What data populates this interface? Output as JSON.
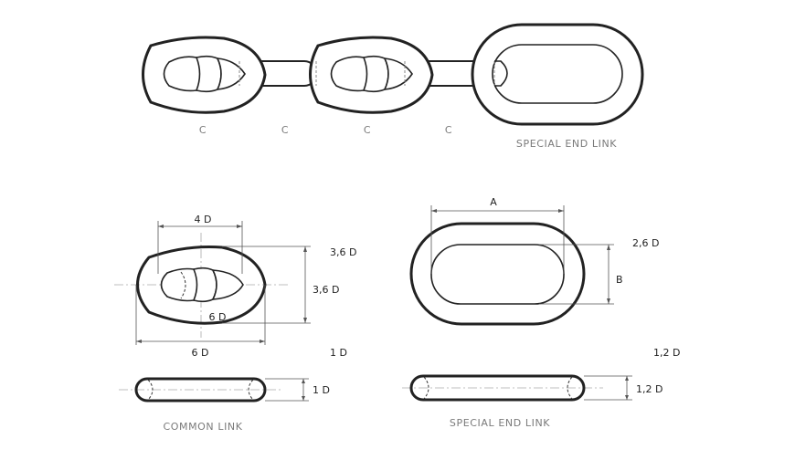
{
  "chain": {
    "link_labels": [
      "C",
      "C",
      "C",
      "C"
    ],
    "end_link_caption": "SPECIAL END LINK"
  },
  "common_link": {
    "caption": "COMMON LINK",
    "dim_width_top": "4 D",
    "dim_height_outer": "3,6 D",
    "dim_height_inner": "3,6 D",
    "dim_inner_length": "6 D",
    "dim_outer_length": "6 D",
    "dim_side_right": "1 D",
    "dim_thickness": "1 D"
  },
  "special_end_link": {
    "caption": "SPECIAL END LINK",
    "dim_a": "A",
    "dim_b": "B",
    "dim_height": "2,6 D",
    "dim_side_right": "1,2 D",
    "dim_thickness": "1,2 D"
  },
  "colors": {
    "line": "#222222",
    "dimension": "#555555",
    "caption": "#7a7a7a"
  }
}
